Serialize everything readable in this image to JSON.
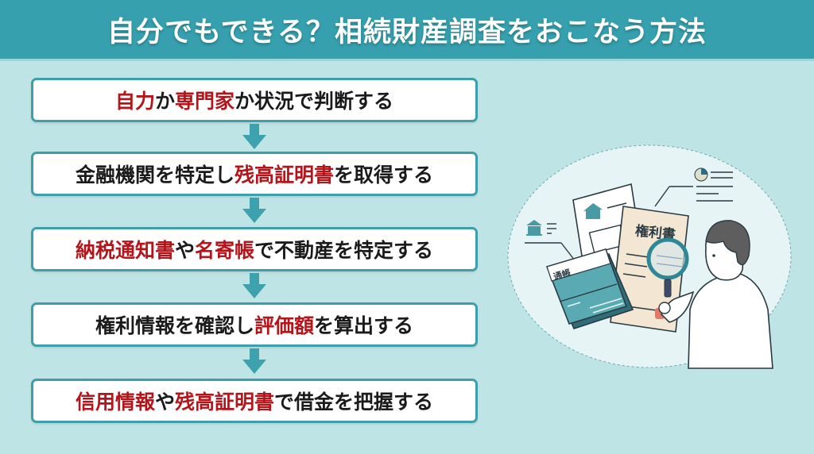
{
  "header": {
    "title": "自分でもできる？相続財産調査をおこなう方法"
  },
  "colors": {
    "header_bg": "#36a0ae",
    "page_bg": "#bfe4e5",
    "box_border": "#3c9fab",
    "highlight_text": "#b3151b",
    "body_text": "#1b1b1b",
    "arrow": "#3ea2ae"
  },
  "steps": [
    {
      "parts": [
        {
          "t": "自力",
          "hl": true
        },
        {
          "t": "か",
          "hl": false
        },
        {
          "t": "専門家",
          "hl": true
        },
        {
          "t": "か状況で判断する",
          "hl": false
        }
      ]
    },
    {
      "parts": [
        {
          "t": "金融機関を特定し",
          "hl": false
        },
        {
          "t": "残高証明書",
          "hl": true
        },
        {
          "t": "を取得する",
          "hl": false
        }
      ]
    },
    {
      "parts": [
        {
          "t": "納税通知書",
          "hl": true
        },
        {
          "t": "や",
          "hl": false
        },
        {
          "t": "名寄帳",
          "hl": true
        },
        {
          "t": "で不動産を特定する",
          "hl": false
        }
      ]
    },
    {
      "parts": [
        {
          "t": "権利情報を確認し",
          "hl": false
        },
        {
          "t": "評価額",
          "hl": true
        },
        {
          "t": "を算出する",
          "hl": false
        }
      ]
    },
    {
      "parts": [
        {
          "t": "信用情報",
          "hl": true
        },
        {
          "t": "や",
          "hl": false
        },
        {
          "t": "残高証明書",
          "hl": true
        },
        {
          "t": "で借金を把握する",
          "hl": false
        }
      ]
    }
  ],
  "illustration": {
    "document_label": "権利書",
    "passbook_label": "通帳",
    "icons": [
      "bank-icon",
      "house-icon",
      "pie-chart-icon",
      "magnifying-glass-icon"
    ]
  }
}
